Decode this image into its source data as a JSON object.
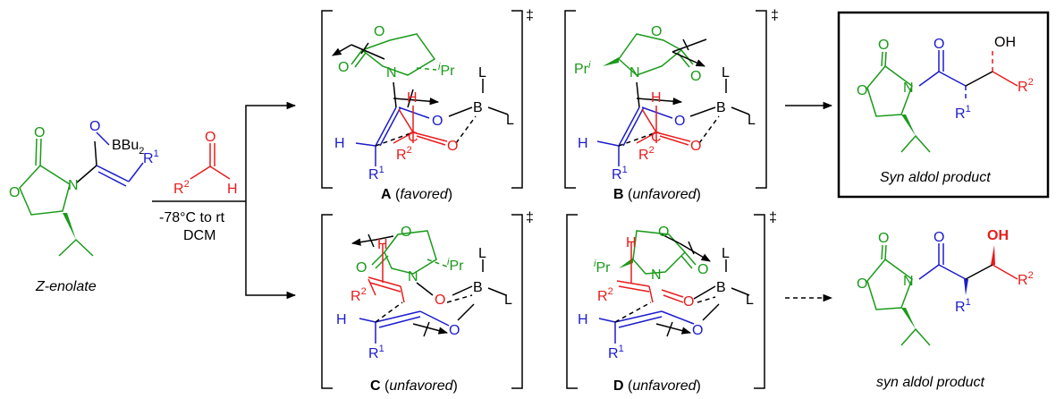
{
  "enolate": {
    "label": "Z-enolate",
    "boron": "BBu",
    "boron_sub": "2",
    "O": "O",
    "N": "N",
    "R": "R",
    "R_sup": "1"
  },
  "reagent": {
    "aldehyde_R": "R",
    "aldehyde_R_sup": "2",
    "aldehyde_H": "H",
    "aldehyde_O": "O",
    "conditions_line1": "-78°C to rt",
    "conditions_line2": "DCM"
  },
  "atoms": {
    "O": "O",
    "N": "N",
    "B": "B",
    "L": "L",
    "H": "H",
    "C": "C",
    "R": "R",
    "sup1": "1",
    "sup2": "2",
    "iPr_i": "i",
    "iPr_Pr": "Pr",
    "Pr": "Pr",
    "OH": "OH",
    "dagger": "‡"
  },
  "transition_states": [
    {
      "letter": "A",
      "open": " (",
      "note": "favored",
      "close": ")"
    },
    {
      "letter": "B",
      "open": " (",
      "note": "unfavored",
      "close": ")"
    },
    {
      "letter": "C",
      "open": " (",
      "note": "unfavored",
      "close": ")"
    },
    {
      "letter": "D",
      "open": " (",
      "note": "unfavored",
      "close": ")"
    }
  ],
  "products": {
    "top_label": "Syn aldol product",
    "bottom_label": "syn aldol product"
  },
  "colors": {
    "auxiliary": "#1a9a1a",
    "aldehyde": "#e81c1c",
    "enolate": "#1c1ccc",
    "text": "#000000"
  }
}
